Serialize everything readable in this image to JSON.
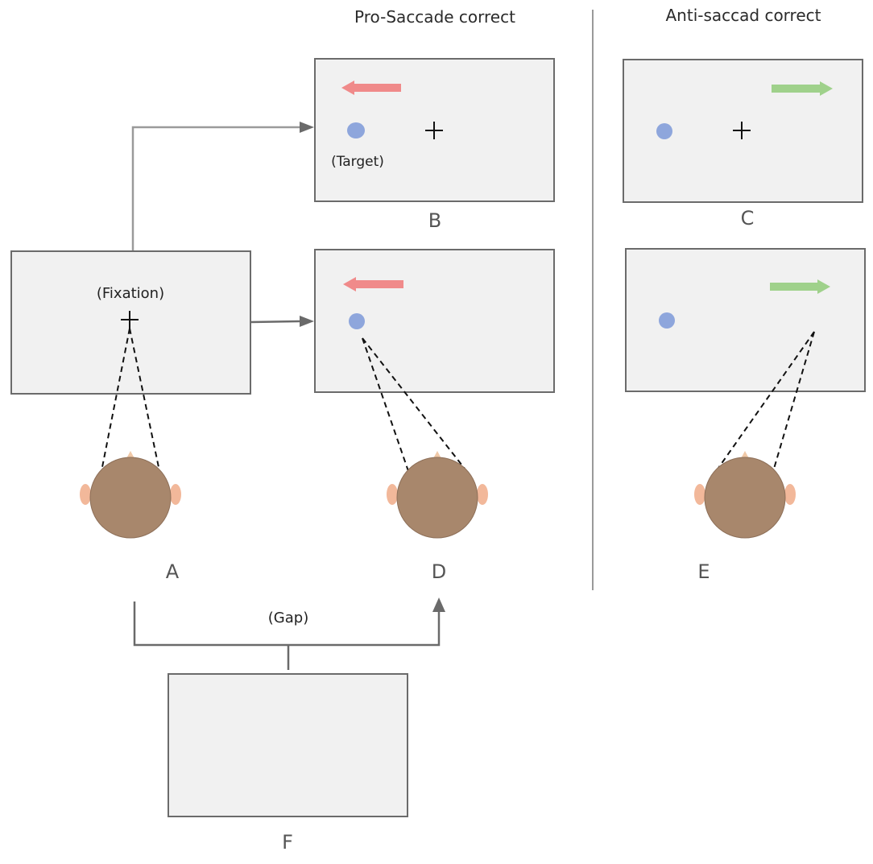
{
  "headings": {
    "pro_saccade": "Pro-Saccade correct",
    "anti_saccade": "Anti-saccad correct"
  },
  "labels": {
    "A": "A",
    "B": "B",
    "C": "C",
    "D": "D",
    "E": "E",
    "F": "F"
  },
  "captions": {
    "fixation": "(Fixation)",
    "target": "(Target)",
    "gap": "(Gap)"
  },
  "colors": {
    "screen_fill": "#f1f1f1",
    "screen_border": "#6b6b6b",
    "target_dot": "#8ea6dc",
    "pro_arrow": "#f08a8a",
    "anti_arrow": "#9fd18b",
    "head": "#a8876c",
    "ear": "#f2b89a",
    "nose": "#f0c9a8"
  },
  "icons": {
    "fixation": "plus-cross-icon",
    "target": "dot-icon",
    "direction_left": "arrow-left-icon",
    "direction_right": "arrow-right-icon",
    "observer": "head-top-view-icon"
  }
}
